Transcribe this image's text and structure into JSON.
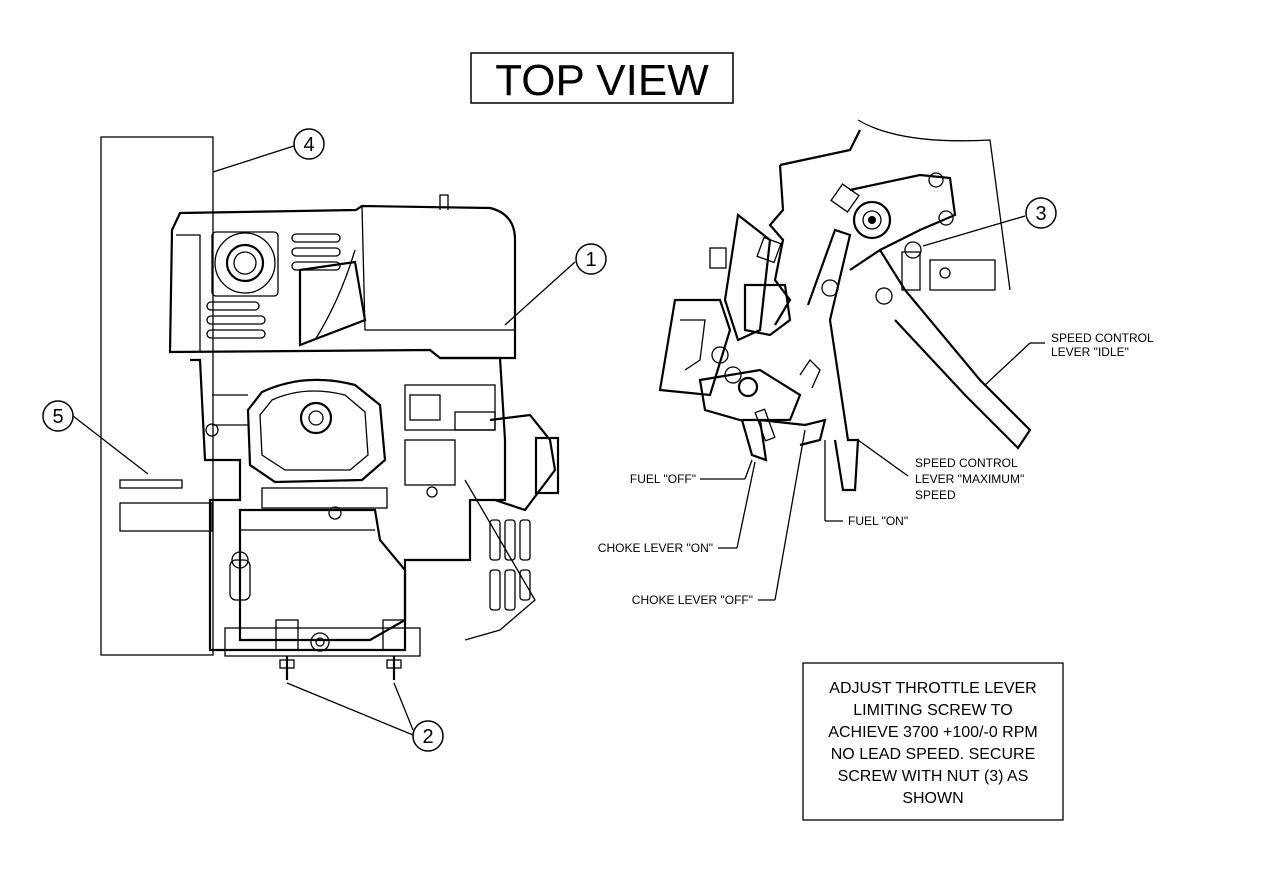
{
  "title": "TOP VIEW",
  "callouts": [
    "1",
    "2",
    "3",
    "4",
    "5"
  ],
  "labels": {
    "speed_idle_1": "SPEED CONTROL",
    "speed_idle_2": "LEVER \"IDLE\"",
    "speed_max_1": "SPEED CONTROL",
    "speed_max_2": "LEVER \"MAXIMUM\"",
    "speed_max_3": "SPEED",
    "fuel_off": "FUEL \"OFF\"",
    "fuel_on": "FUEL \"ON\"",
    "choke_on": "CHOKE LEVER \"ON\"",
    "choke_off": "CHOKE LEVER \"OFF\""
  },
  "note_lines": [
    "ADJUST THROTTLE LEVER",
    "LIMITING SCREW TO",
    "ACHIEVE 3700 +100/-0 RPM",
    "NO LEAD SPEED. SECURE",
    "SCREW WITH NUT (3) AS",
    "SHOWN"
  ]
}
